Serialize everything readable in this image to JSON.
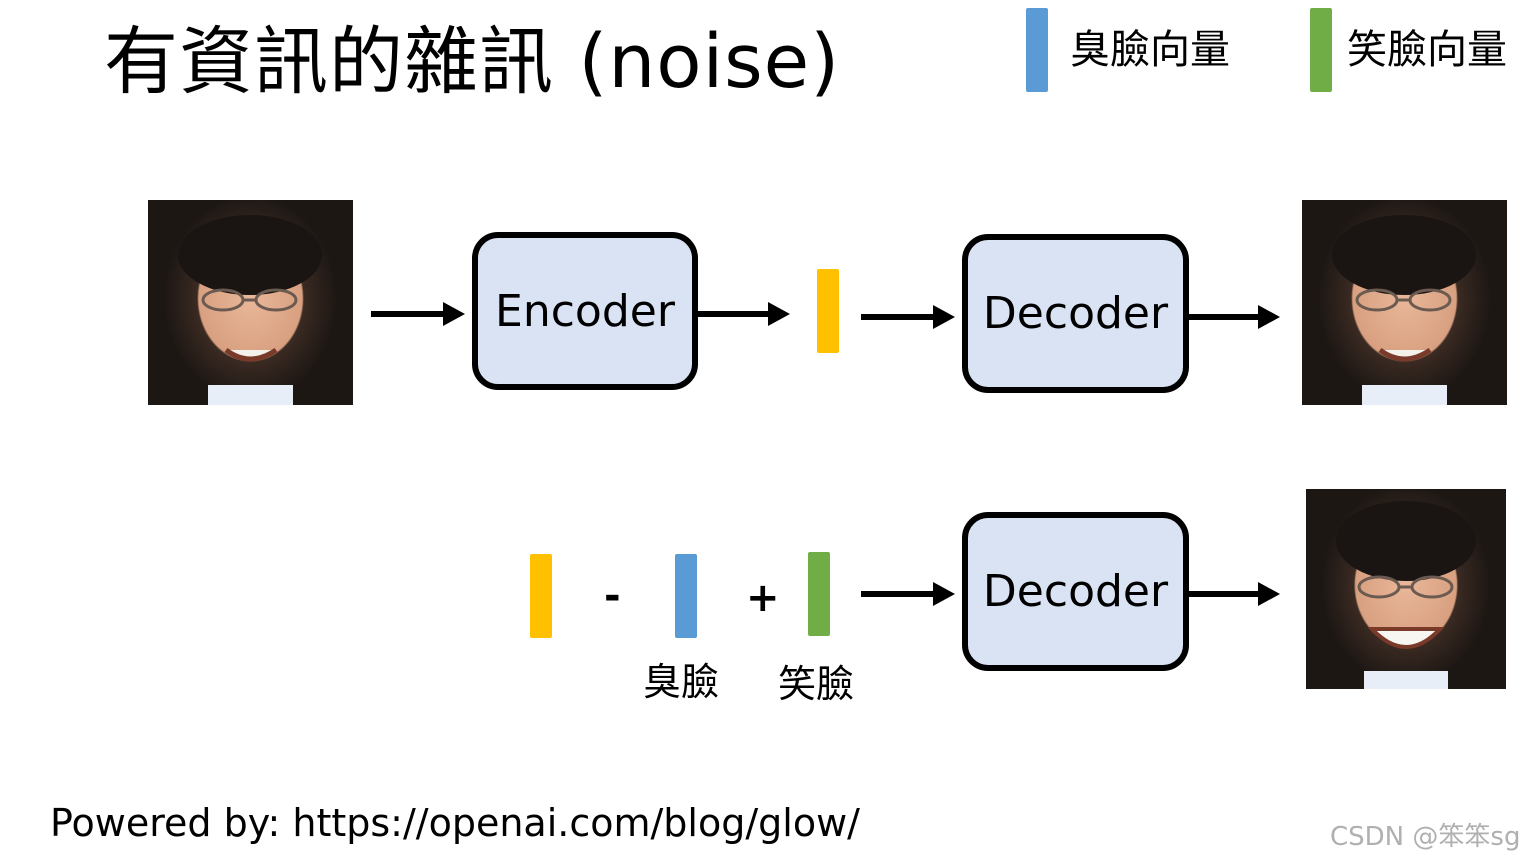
{
  "title": "有資訊的雜訊 (noise)",
  "legend": [
    {
      "label": "臭臉向量",
      "color": "#5b9bd5"
    },
    {
      "label": "笑臉向量",
      "color": "#70ad47"
    }
  ],
  "top_row": {
    "encoder_label": "Encoder",
    "decoder_label": "Decoder",
    "latent_color": "#ffc000"
  },
  "bottom_row": {
    "minus": "-",
    "plus": "+",
    "label_frown": "臭臉",
    "label_smile": "笑臉",
    "decoder_label": "Decoder"
  },
  "footer": "Powered by: https://openai.com/blog/glow/",
  "watermark": "CSDN @笨笨sg"
}
